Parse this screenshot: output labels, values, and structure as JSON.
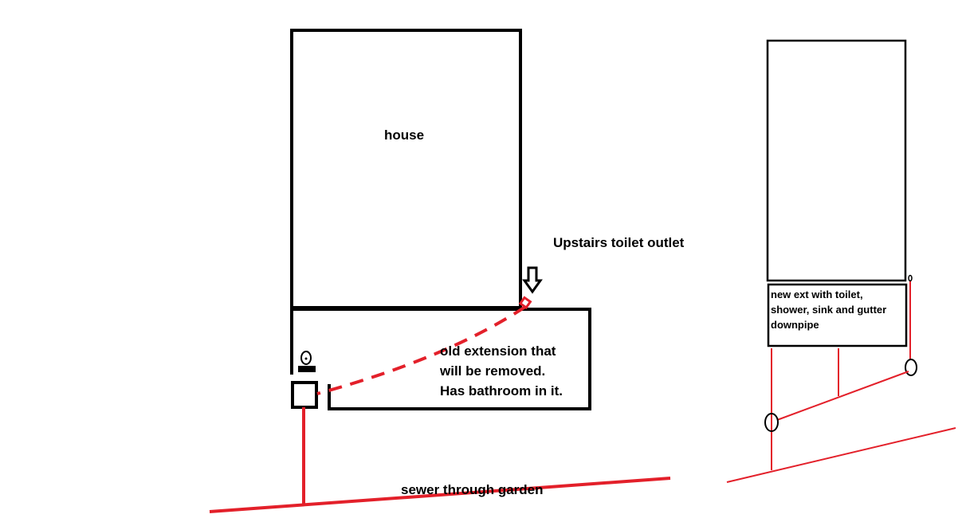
{
  "labels": {
    "house": "house",
    "upstairs_toilet_outlet": "Upstairs toilet  outlet",
    "old_extension": "old extension that\nwill be removed.\nHas bathroom in it.",
    "sewer": "sewer through garden",
    "new_extension": "new ext with toilet,\nshower, sink and gutter\ndownpipe"
  },
  "colors": {
    "outline": "#000000",
    "pipe": "#e3202a",
    "background": "#ffffff"
  }
}
